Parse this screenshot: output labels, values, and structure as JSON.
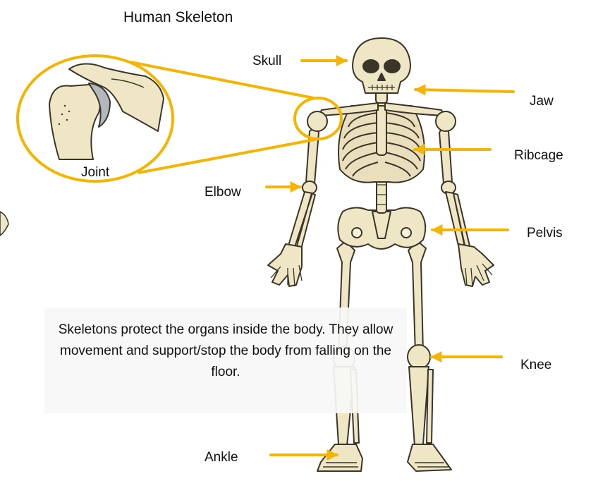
{
  "diagram": {
    "title": "Human Skeleton",
    "labels": {
      "skull": "Skull",
      "jaw": "Jaw",
      "ribcage": "Ribcage",
      "elbow": "Elbow",
      "pelvis": "Pelvis",
      "knee": "Knee",
      "ankle": "Ankle",
      "joint": "Joint"
    },
    "info_text": "Skeletons protect the organs inside the body. They allow movement and support/stop the body from falling on the floor.",
    "colors": {
      "arrow": "#f5b400",
      "bone": "#efe6c6",
      "bone_outline": "#3a3528",
      "cartilage": "#b3b8bc"
    }
  }
}
